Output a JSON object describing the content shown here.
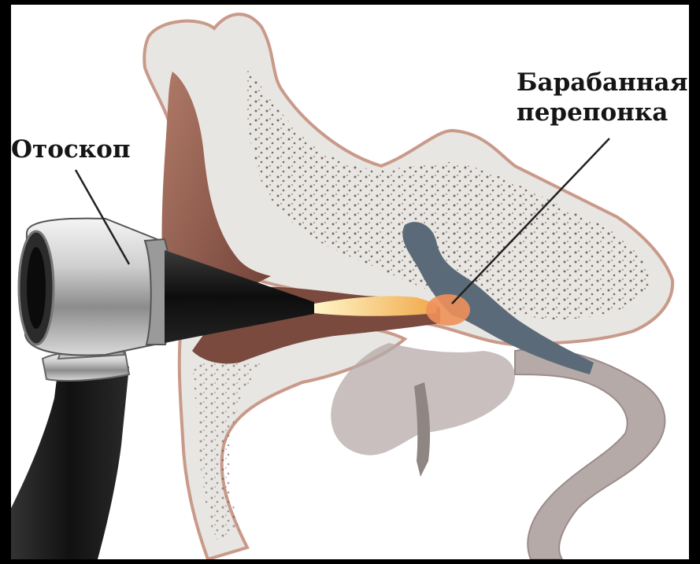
{
  "labels": {
    "otoscope": "Отоскоп",
    "eardrum_line1": "Барабанная",
    "eardrum_line2": "перепонка"
  },
  "colors": {
    "background": "#000000",
    "canvas": "#ffffff",
    "bone": "#e8e6e2",
    "bone_edge": "#c99a8a",
    "skin": "#9c6a5a",
    "canal_dark": "#7a4a3e",
    "inner_tube": "#b6aaa8",
    "bone_dots": "#6e5a56",
    "otoscope_silver": "#b9b9b9",
    "otoscope_black": "#111111",
    "light_beam": "#f5c05a",
    "eardrum": "#f0905a",
    "vestibule": "#5a6a78"
  }
}
